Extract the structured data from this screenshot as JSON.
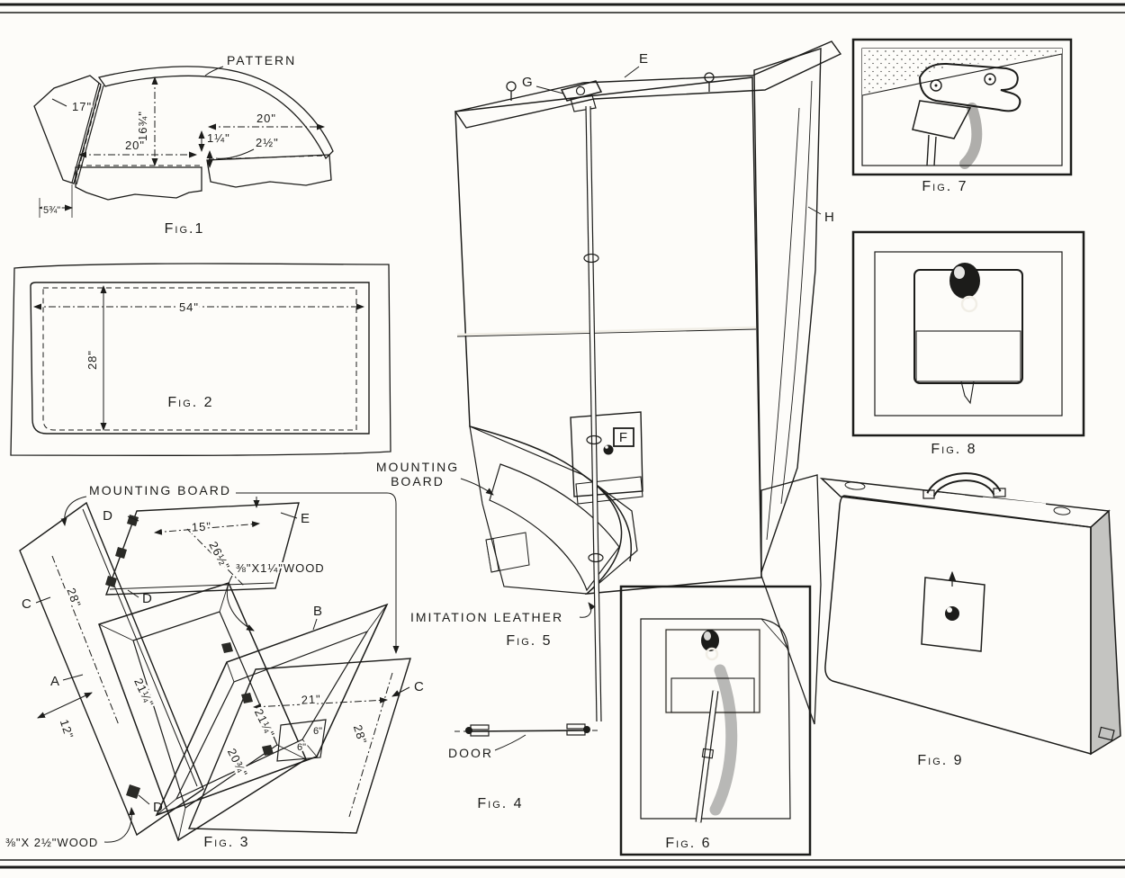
{
  "page": {
    "bg": "#fdfcf9",
    "ink": "#1c1c1a"
  },
  "fig1": {
    "caption": "Fig.1",
    "pattern_label": "PATTERN",
    "dim_17": "17\"",
    "dim_16_34": "16¾\"",
    "dim_20_left": "20\"",
    "dim_20_right": "20\"",
    "dim_1_14": "1¼\"",
    "dim_2_12": "2½\"",
    "dim_5_34": "5¾\""
  },
  "fig2": {
    "caption": "Fig. 2",
    "dim_width": "54\"",
    "dim_height": "28\""
  },
  "fig3": {
    "caption": "Fig. 3",
    "mounting_board_label": "MOUNTING BOARD",
    "label_a": "A",
    "label_b": "B",
    "label_c_left": "C",
    "label_c_right": "C",
    "label_d_top": "D",
    "label_d_mid": "D",
    "label_d_bottom": "D",
    "label_e": "E",
    "dim_15": "15\"",
    "dim_26_12": "26½\"",
    "dim_28_left": "28\"",
    "dim_12": "12\"",
    "dim_21_14_a": "21¼\"",
    "dim_21": "21\"",
    "dim_21_14_b": "21¼\"",
    "dim_20_34": "20¾\"",
    "dim_6_a": "6\"",
    "dim_6_b": "6\"",
    "dim_28_right": "28\"",
    "wood_note_top": "⅜\"X1¼\"WOOD",
    "wood_note_bottom": "⅜\"X 2½\"WOOD"
  },
  "fig4": {
    "caption": "Fig. 4",
    "door_label": "DOOR"
  },
  "fig5": {
    "caption": "Fig. 5",
    "label_g": "G",
    "label_e": "E",
    "label_h": "H",
    "label_f": "F",
    "mounting_board_line1": "MOUNTING",
    "mounting_board_line2": "BOARD",
    "imitation_leather_label": "IMITATION LEATHER"
  },
  "fig6": {
    "caption": "Fig. 6"
  },
  "fig7": {
    "caption": "Fig. 7"
  },
  "fig8": {
    "caption": "Fig. 8"
  },
  "fig9": {
    "caption": "Fig. 9"
  }
}
